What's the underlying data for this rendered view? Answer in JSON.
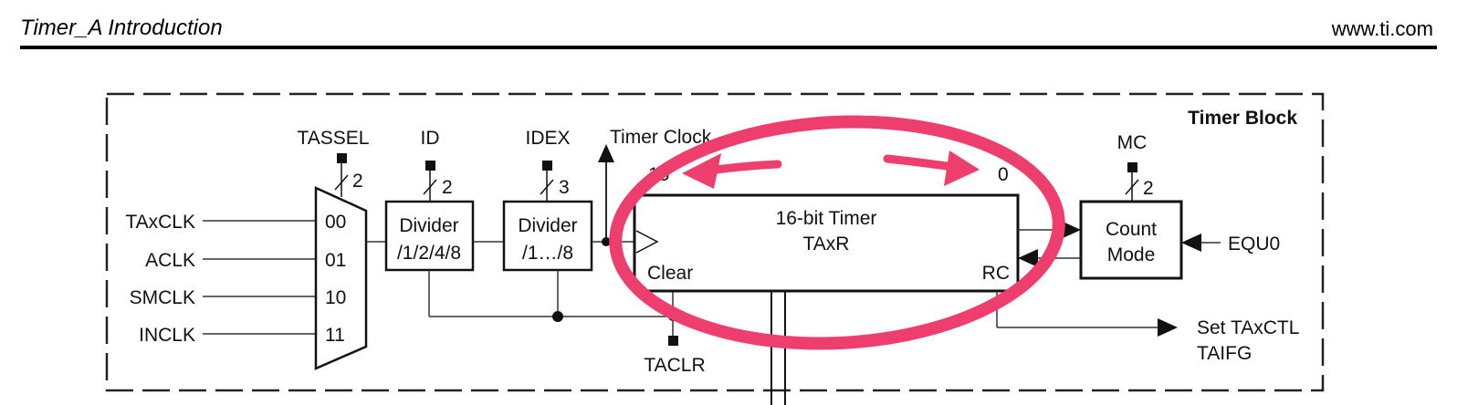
{
  "header": {
    "title": "Timer_A Introduction",
    "url": "www.ti.com"
  },
  "diagram": {
    "block_title": "Timer Block",
    "inputs": [
      "TAxCLK",
      "ACLK",
      "SMCLK",
      "INCLK"
    ],
    "mux": {
      "control": "TASSEL",
      "bus_width": "2",
      "selects": [
        "00",
        "01",
        "10",
        "11"
      ]
    },
    "divider1": {
      "control": "ID",
      "bus_width": "2",
      "line1": "Divider",
      "line2": "/1/2/4/8"
    },
    "divider2": {
      "control": "IDEX",
      "bus_width": "3",
      "line1": "Divider",
      "line2": "/1…/8"
    },
    "timer_clock_label": "Timer Clock",
    "counter": {
      "msb": "15",
      "lsb": "0",
      "line1": "16-bit Timer",
      "line2": "TAxR",
      "clear": "Clear",
      "rc": "RC"
    },
    "clear_input": "TACLR",
    "count_mode": {
      "control": "MC",
      "bus_width": "2",
      "line1": "Count",
      "line2": "Mode"
    },
    "equ0": "EQU0",
    "output_line1": "Set TAxCTL",
    "output_line2": "TAIFG",
    "highlight_color": "#ee3e6d"
  }
}
